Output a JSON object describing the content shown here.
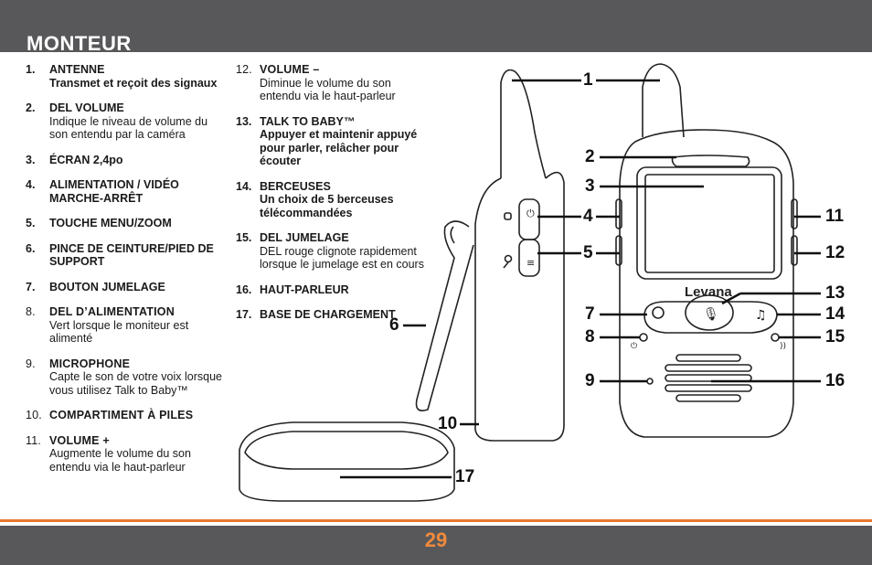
{
  "header": {
    "title": "MONTEUR"
  },
  "footer": {
    "page_number": "29"
  },
  "legend_col1": [
    {
      "num": "1.",
      "title": "ANTENNE",
      "desc": "Transmet et reçoit des signaux",
      "style": "bold"
    },
    {
      "num": "2.",
      "title": "DEL VOLUME",
      "desc": "Indique le niveau de volume du son entendu par la caméra",
      "style": "bold-title"
    },
    {
      "num": "3.",
      "title": "ÉCRAN 2,4po",
      "desc": "",
      "style": "bold"
    },
    {
      "num": "4.",
      "title": "ALIMENTATION / VIDÉO MARCHE-ARRÊT",
      "desc": "",
      "style": "bold"
    },
    {
      "num": "5.",
      "title": "TOUCHE MENU/ZOOM",
      "desc": "",
      "style": "bold"
    },
    {
      "num": "6.",
      "title": "PINCE DE CEINTURE/PIED DE SUPPORT",
      "desc": "",
      "style": "bold"
    },
    {
      "num": "7.",
      "title": "BOUTON JUMELAGE",
      "desc": "",
      "style": "bold"
    },
    {
      "num": "8.",
      "title": "DEL D’ALIMENTATION",
      "desc": "Vert lorsque le moniteur est alimenté",
      "style": "plain"
    },
    {
      "num": "9.",
      "title": "MICROPHONE",
      "desc": "Capte le son de votre voix lorsque vous utilisez Talk to Baby™",
      "style": "plain"
    },
    {
      "num": "10.",
      "title": "COMPARTIMENT À PILES",
      "desc": "",
      "style": "plain"
    },
    {
      "num": "11.",
      "title": "VOLUME +",
      "desc": "Augmente le volume du son entendu via le haut-parleur",
      "style": "plain"
    }
  ],
  "legend_col2": [
    {
      "num": "12.",
      "title": "VOLUME –",
      "desc": "Diminue le volume du son entendu via le haut-parleur",
      "style": "plain"
    },
    {
      "num": "13.",
      "title": "TALK TO BABY™",
      "desc": "Appuyer et maintenir appuyé pour parler, relâcher pour écouter",
      "style": "bold"
    },
    {
      "num": "14.",
      "title": "BERCEUSES",
      "desc": "Un choix de 5 berceuses télécommandées",
      "style": "bold"
    },
    {
      "num": "15.",
      "title": "DEL JUMELAGE",
      "desc": "DEL rouge clignote rapidement lorsque le jumelage est en cours",
      "style": "bold-title"
    },
    {
      "num": "16.",
      "title": "HAUT-PARLEUR",
      "desc": "",
      "style": "bold"
    },
    {
      "num": "17.",
      "title": "BASE DE CHARGEMENT",
      "desc": "",
      "style": "bold"
    }
  ],
  "callouts": {
    "c1": "1",
    "c2": "2",
    "c3": "3",
    "c4": "4",
    "c5": "5",
    "c6": "6",
    "c7": "7",
    "c8": "8",
    "c9": "9",
    "c10": "10",
    "c11": "11",
    "c12": "12",
    "c13": "13",
    "c14": "14",
    "c15": "15",
    "c16": "16",
    "c17": "17"
  },
  "device": {
    "brand_logo": "Levana"
  },
  "colors": {
    "header_bg": "#58585a",
    "accent": "#e8772e",
    "page_number": "#f08a3c"
  }
}
